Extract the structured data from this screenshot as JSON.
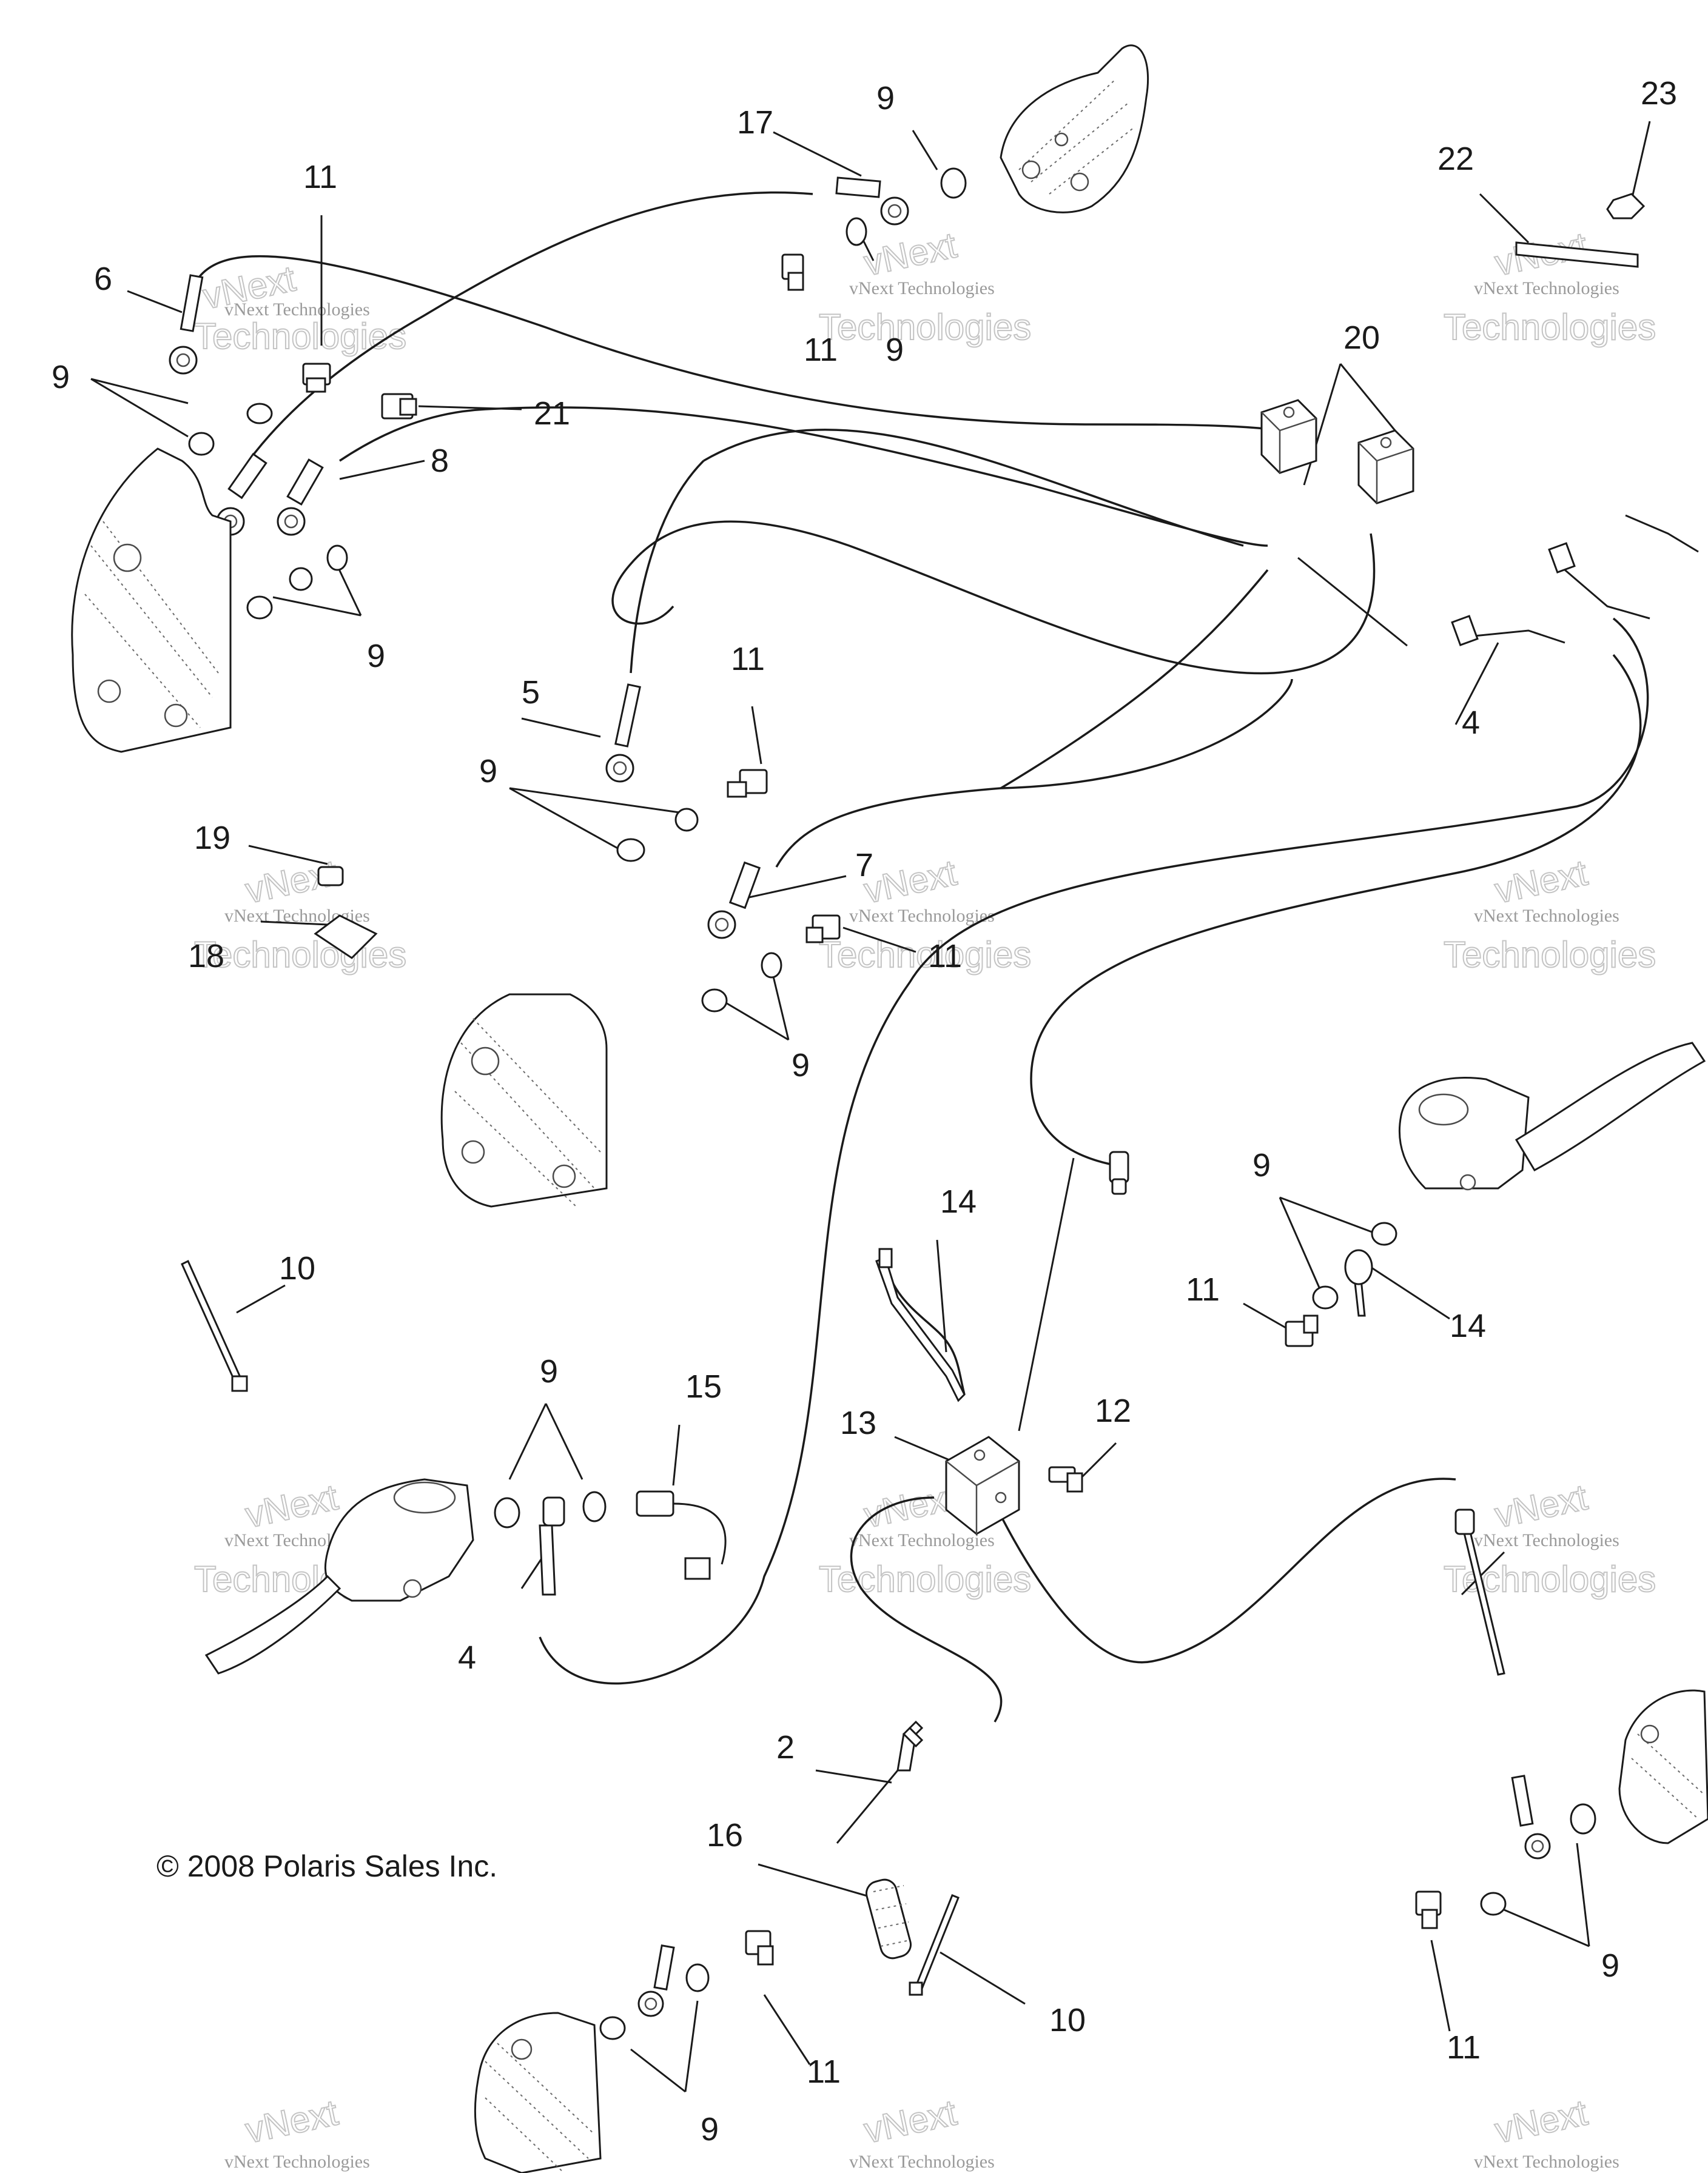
{
  "copyright": "© 2008 Polaris Sales Inc.",
  "watermark": {
    "brand": "vNext",
    "line1": "vNext Technologies",
    "line2": "Technologies"
  },
  "callouts": {
    "c2": "2",
    "c4a": "4",
    "c4b": "4",
    "c5": "5",
    "c6": "6",
    "c7": "7",
    "c8": "8",
    "c9a": "9",
    "c9b": "9",
    "c9c": "9",
    "c9d": "9",
    "c9e": "9",
    "c9f": "9",
    "c9g": "9",
    "c9h": "9",
    "c9i": "9",
    "c9j": "9",
    "c10a": "10",
    "c10b": "10",
    "c11a": "11",
    "c11b": "11",
    "c11c": "11",
    "c11d": "11",
    "c11e": "11",
    "c11f": "11",
    "c11g": "11",
    "c12": "12",
    "c13": "13",
    "c14a": "14",
    "c14b": "14",
    "c15": "15",
    "c16": "16",
    "c17": "17",
    "c18": "18",
    "c19": "19",
    "c20": "20",
    "c21": "21",
    "c22": "22",
    "c23": "23"
  }
}
